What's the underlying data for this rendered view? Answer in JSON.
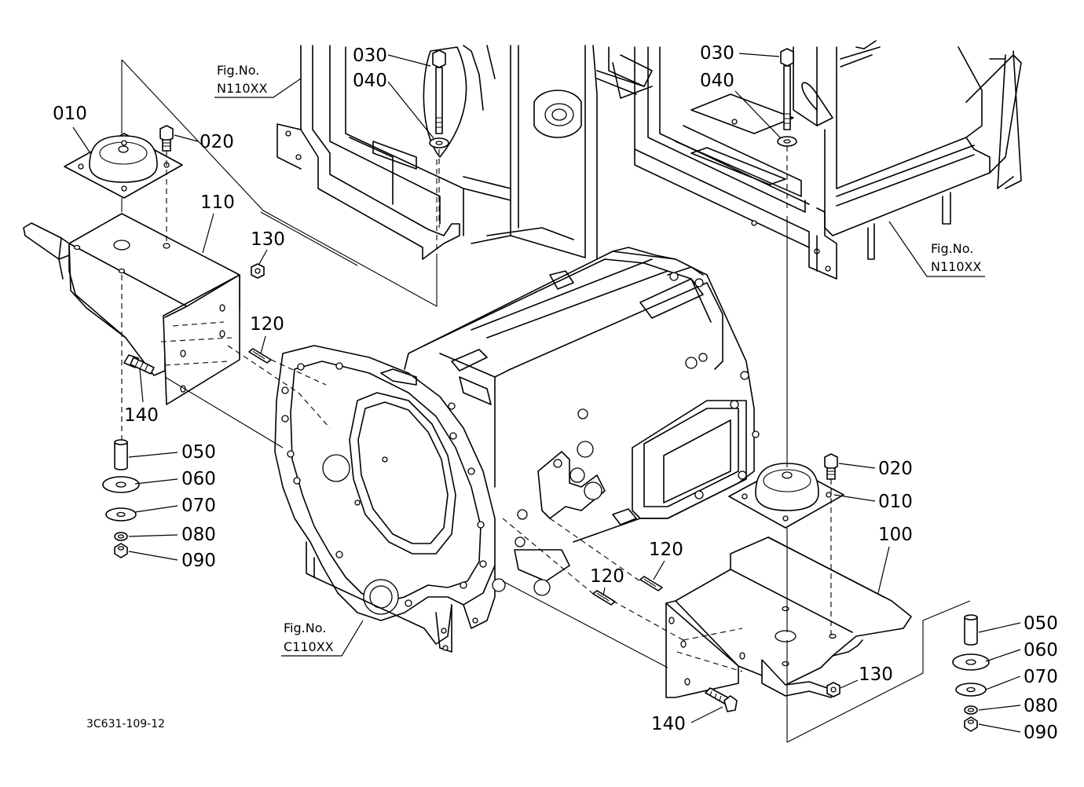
{
  "figure_refs": {
    "top_left": {
      "line1": "Fig.No.",
      "line2": "N110XX"
    },
    "top_right": {
      "line1": "Fig.No.",
      "line2": "N110XX"
    },
    "bottom": {
      "line1": "Fig.No.",
      "line2": "C110XX"
    }
  },
  "diagram_code": "3C631-109-12",
  "callouts": {
    "p030a": "030",
    "p040a": "040",
    "p010a": "010",
    "p020a": "020",
    "p110": "110",
    "p130a": "130",
    "p120a": "120",
    "p140a": "140",
    "p050a": "050",
    "p060a": "060",
    "p070a": "070",
    "p080a": "080",
    "p090a": "090",
    "p030b": "030",
    "p040b": "040",
    "p020b": "020",
    "p010b": "010",
    "p100": "100",
    "p120b": "120",
    "p120c": "120",
    "p130b": "130",
    "p140b": "140",
    "p050b": "050",
    "p060b": "060",
    "p070b": "070",
    "p080b": "080",
    "p090b": "090"
  }
}
